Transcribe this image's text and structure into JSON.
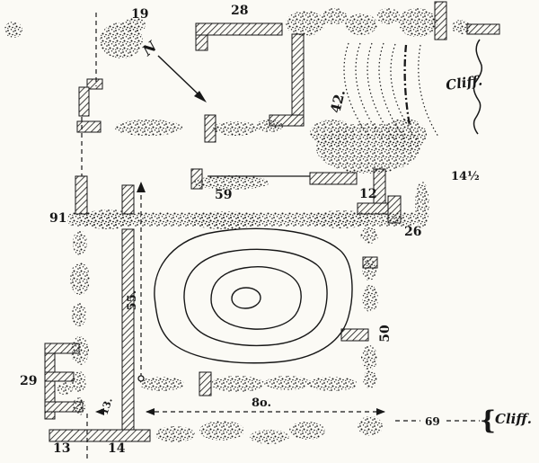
{
  "figure": {
    "background": "#fbfaf5",
    "ink": "#171717"
  },
  "labels": {
    "north": "N",
    "n19": "19",
    "n28": "28",
    "n42": "42.",
    "cliff_upper": "Cliff.",
    "n14_half": "14½",
    "n59": "59",
    "n12": "12",
    "n26": "26",
    "n91": "91",
    "n55": "55.",
    "n50": "50",
    "n29": "29",
    "n13_inner": "13.",
    "n80": "8o.",
    "n13": "13",
    "n14": "14",
    "n69": "69",
    "brace": "{",
    "cliff_lower": "Cliff."
  }
}
